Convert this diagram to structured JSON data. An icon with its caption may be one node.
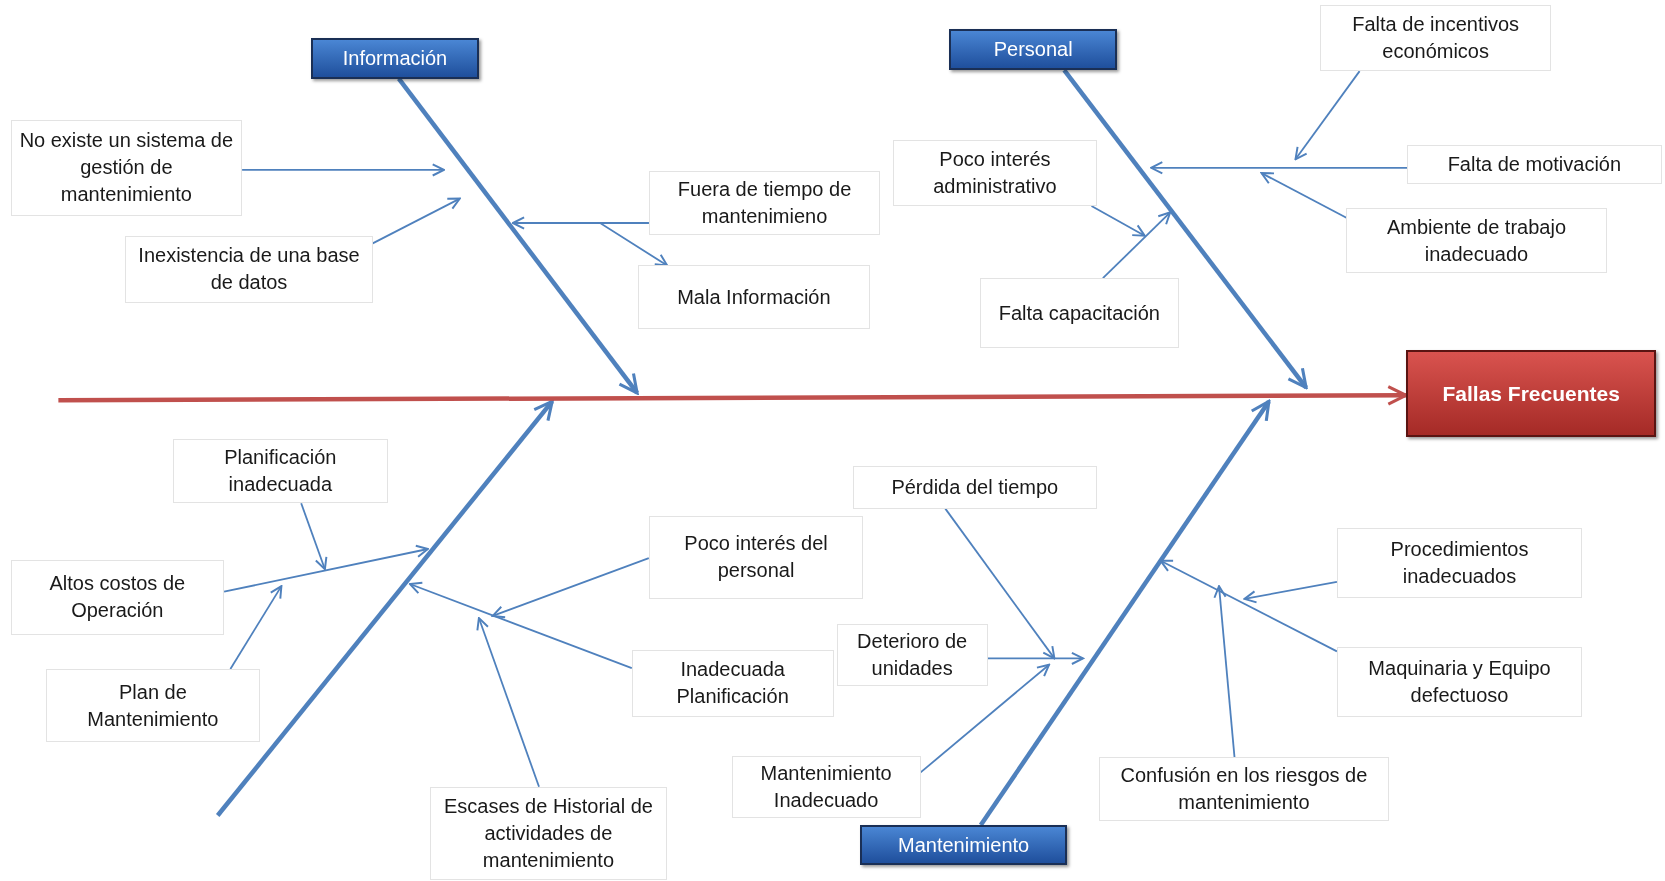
{
  "diagram": {
    "nodes": [
      {
        "text": [
          "Información"
        ]
      },
      {
        "text": [
          "Personal"
        ]
      },
      {
        "text": [
          "Fallas Frecuentes"
        ]
      },
      {
        "text": [
          "Mantenimiento"
        ]
      },
      {
        "text": [
          "No existe un sistema de gestión de mantenimiento"
        ]
      },
      {
        "text": [
          "Inexistencia de una base de datos"
        ]
      },
      {
        "text": [
          "Fuera de tiempo de mantenimieno"
        ]
      },
      {
        "text": [
          "Mala Información"
        ]
      },
      {
        "text": [
          "Poco interés administrativo"
        ]
      },
      {
        "text": [
          "Falta capacitación"
        ]
      },
      {
        "text": [
          "Falta de incentivos económicos"
        ]
      },
      {
        "text": [
          "Falta de motivación"
        ]
      },
      {
        "text": [
          "Ambiente de trabajo inadecuado"
        ]
      },
      {
        "text": [
          "Planificación inadecuada"
        ]
      },
      {
        "text": [
          "Altos costos de Operación"
        ]
      },
      {
        "text": [
          "Plan de Mantenimiento"
        ]
      },
      {
        "text": [
          "Poco interés del personal"
        ]
      },
      {
        "text": [
          "Inadecuada Planificación"
        ]
      },
      {
        "text": [
          "Escases de Historial de actividades de mantenimiento"
        ]
      },
      {
        "text": [
          "Pérdida del tiempo"
        ]
      },
      {
        "text": [
          "Deterioro de unidades"
        ]
      },
      {
        "text": [
          "Mantenimiento Inadecuado"
        ]
      },
      {
        "text": [
          "Procedimientos inadecuados"
        ]
      },
      {
        "text": [
          "Maquinaria y Equipo defectuoso"
        ]
      },
      {
        "text": [
          "Confusión en los riesgos de mantenimiento"
        ]
      }
    ],
    "edges": [
      {
        "from": null,
        "to": 2,
        "arrow": "to",
        "style": "thick",
        "color": "#c0504d"
      },
      {
        "from": 0,
        "to": null,
        "arrow": "to",
        "style": "thick"
      },
      {
        "from": 1,
        "to": null,
        "arrow": "to",
        "style": "thick"
      },
      {
        "from": 3,
        "to": null,
        "arrow": "to",
        "style": "thick"
      },
      {
        "from": 4,
        "to": null,
        "arrow": "to"
      },
      {
        "from": 5,
        "to": null,
        "arrow": "to"
      },
      {
        "from": 6,
        "to": null,
        "arrow": "to"
      },
      {
        "from": 6,
        "to": 7,
        "arrow": "to"
      },
      {
        "from": 11,
        "to": null,
        "arrow": "to"
      },
      {
        "from": 10,
        "to": null,
        "arrow": "to"
      },
      {
        "from": 12,
        "to": null,
        "arrow": "to"
      },
      {
        "from": 8,
        "to": null,
        "arrow": "to"
      },
      {
        "from": 9,
        "to": null,
        "arrow": "to"
      },
      {
        "from": 14,
        "to": null,
        "arrow": "to"
      },
      {
        "from": 13,
        "to": null,
        "arrow": "to"
      },
      {
        "from": 15,
        "to": null,
        "arrow": "to"
      },
      {
        "from": 17,
        "to": null,
        "arrow": "to"
      },
      {
        "from": 16,
        "to": null,
        "arrow": "to"
      },
      {
        "from": 18,
        "to": null,
        "arrow": "to"
      },
      {
        "from": 20,
        "to": null,
        "arrow": "to"
      },
      {
        "from": 19,
        "to": null,
        "arrow": "to"
      },
      {
        "from": 21,
        "to": null,
        "arrow": "to"
      },
      {
        "from": 23,
        "to": null,
        "arrow": "to"
      },
      {
        "from": 22,
        "to": null,
        "arrow": "to"
      },
      {
        "from": 24,
        "to": null,
        "arrow": "to"
      }
    ]
  }
}
